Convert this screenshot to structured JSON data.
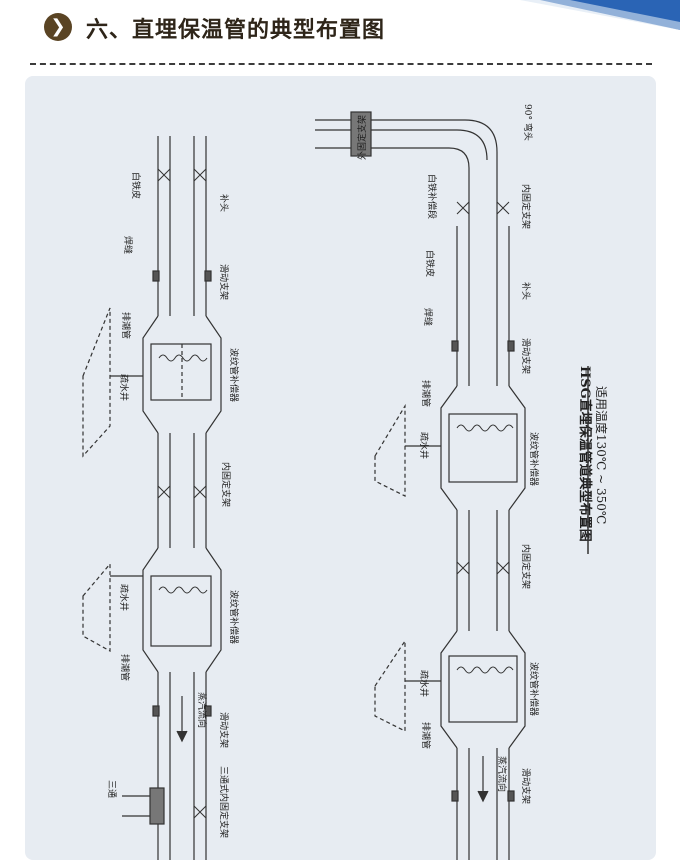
{
  "header": {
    "badge_icon": "chevron-right-icon",
    "title": "六、直埋保温管的典型布置图"
  },
  "diagram": {
    "left": {
      "labels": [
        "白铁皮",
        "补头",
        "焊缝",
        "滑动支架",
        "排潮管",
        "波纹管补偿器",
        "疏水井",
        "内固定支架",
        "排潮管",
        "波纹管补偿器",
        "疏水井",
        "滑动支架",
        "蒸汽流向",
        "三通",
        "三通式内固定支架"
      ]
    },
    "right": {
      "labels": [
        "90° 弯头",
        "内固定支架",
        "外固定支架",
        "白铁皮",
        "补头",
        "焊缝",
        "滑动支架",
        "排潮管",
        "波纹管补偿器",
        "疏水井",
        "内固定支架",
        "排潮管",
        "波纹管补偿器",
        "疏水井",
        "滑动支架",
        "蒸汽流向",
        "白铁补偿段"
      ]
    },
    "caption_title": "HSG直埋保温管道典型布置图",
    "caption_temp": "适用温度130℃ ~ 350℃"
  }
}
